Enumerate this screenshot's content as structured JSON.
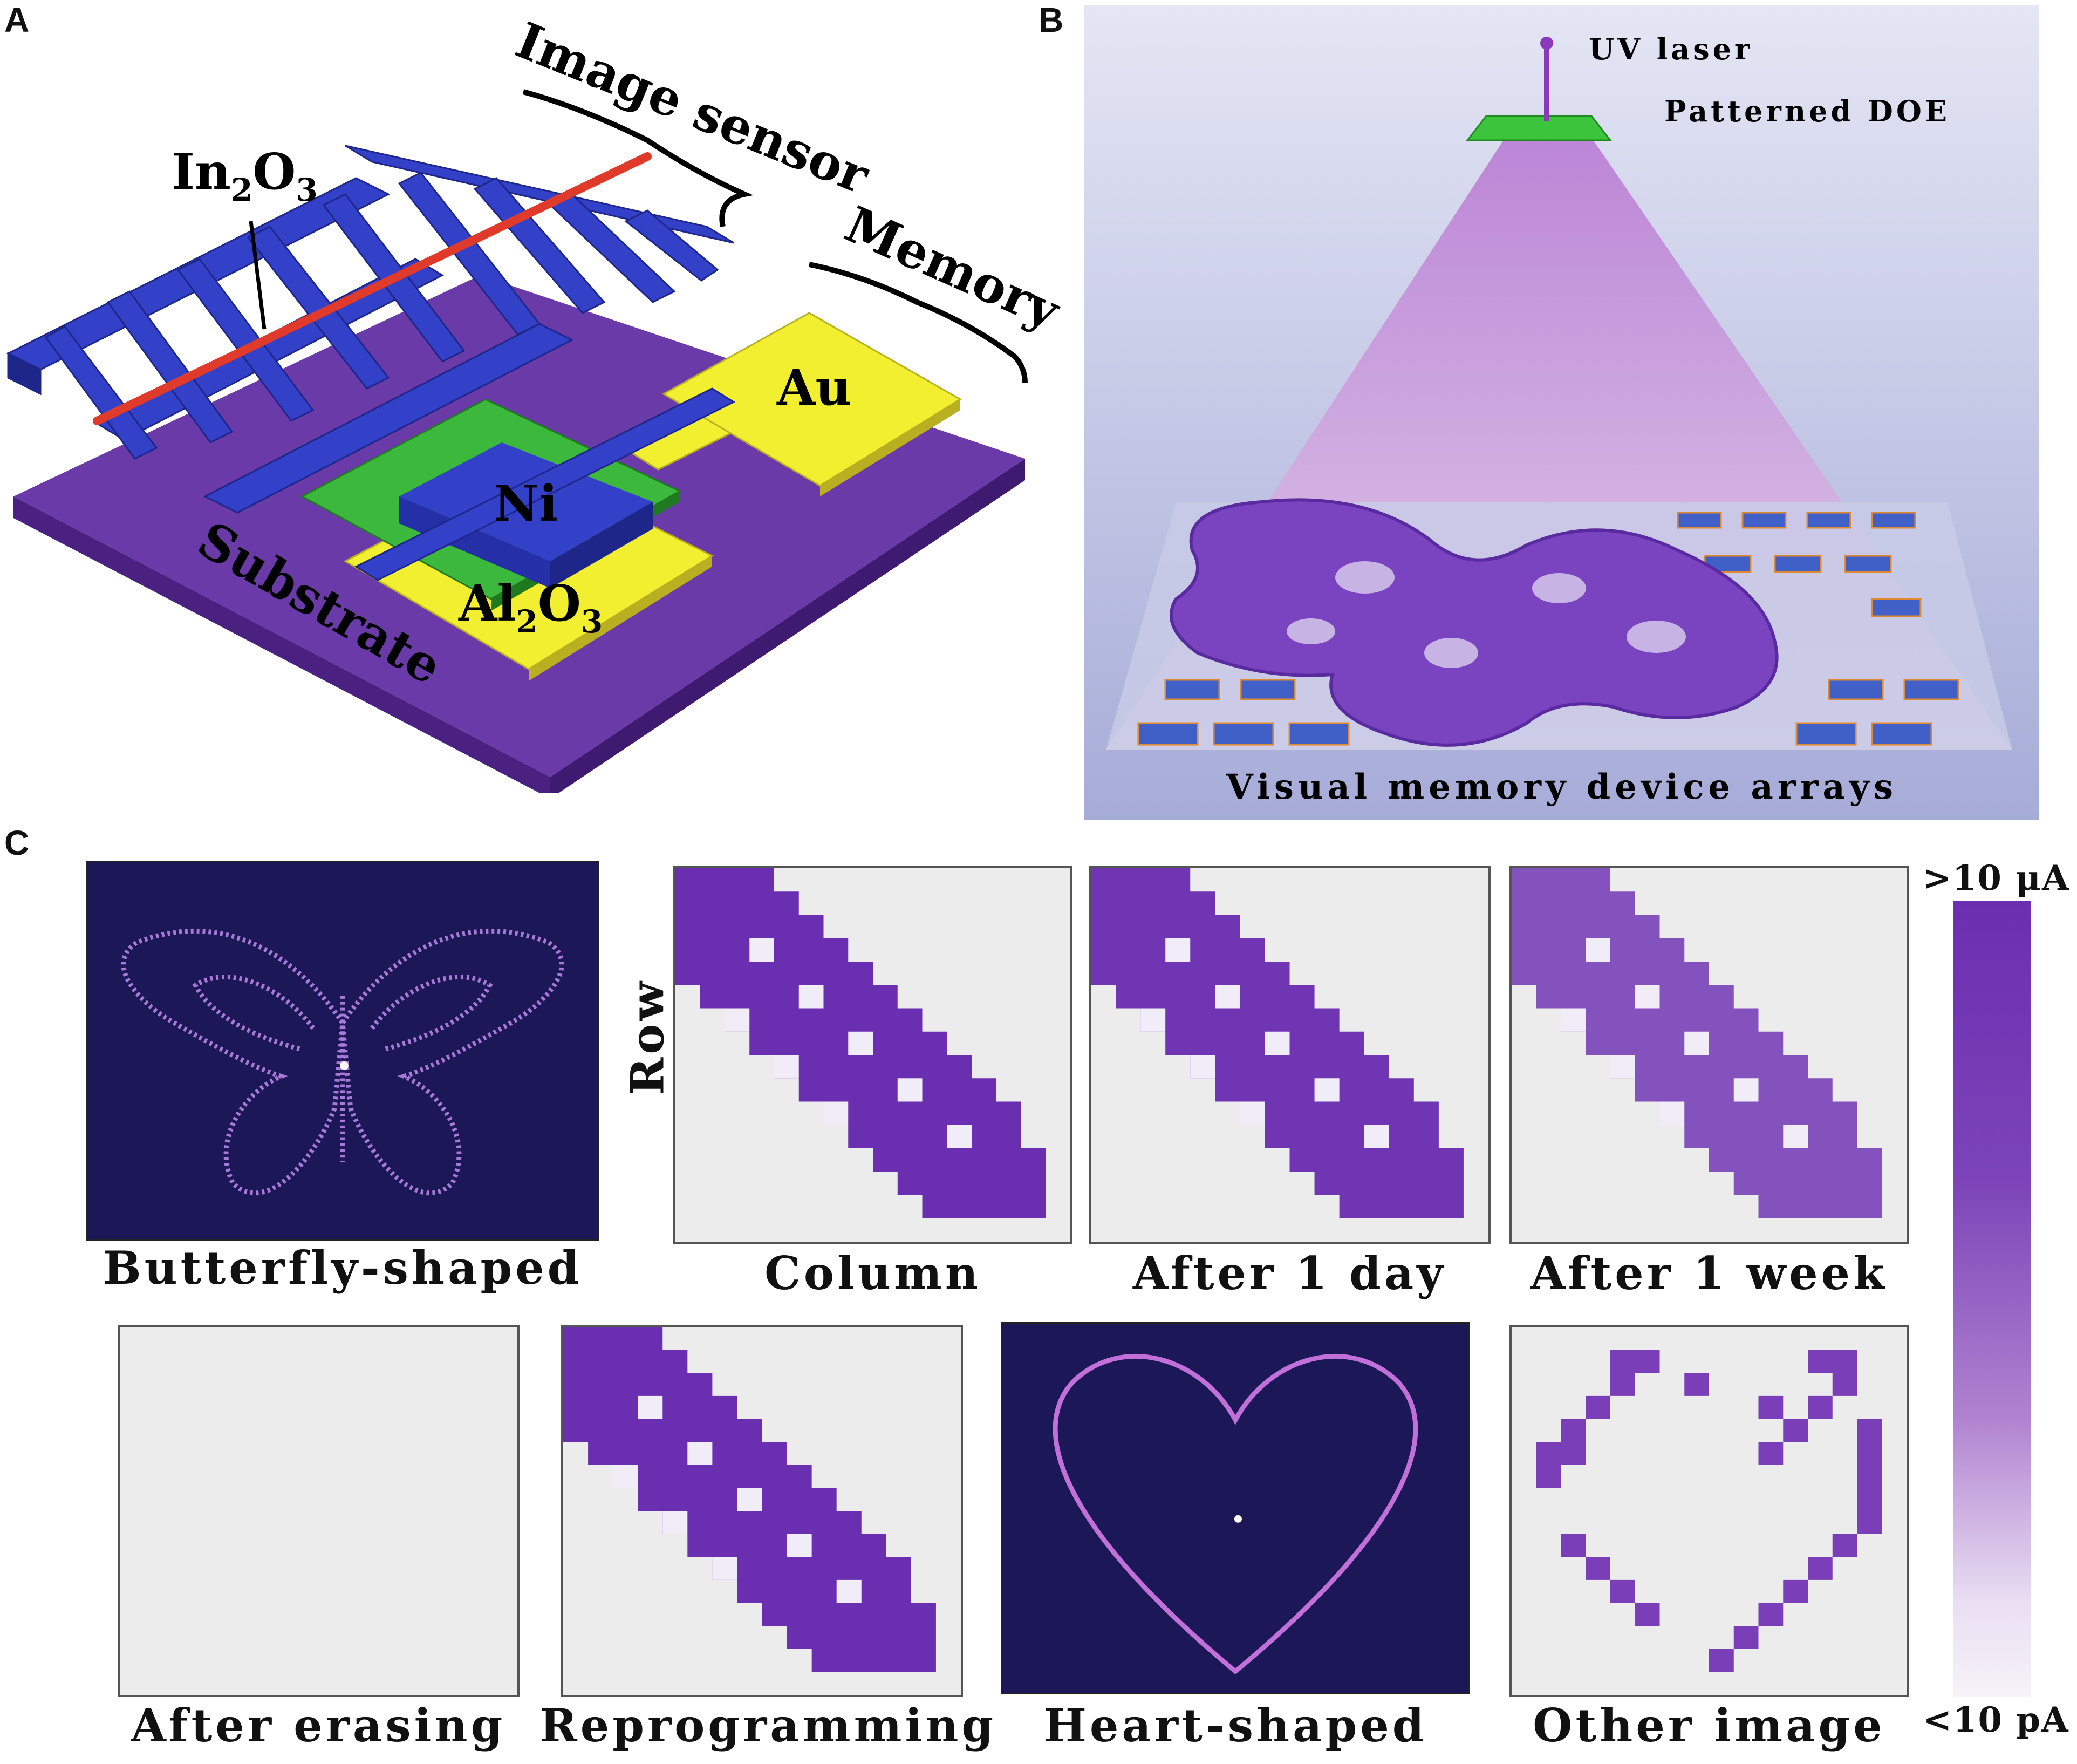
{
  "panels": {
    "a": {
      "label": "A"
    },
    "b": {
      "label": "B"
    },
    "c": {
      "label": "C"
    }
  },
  "panel_a": {
    "labels": {
      "in2o3_main": "In",
      "in2o3_sub1": "2",
      "in2o3_o": "O",
      "in2o3_sub2": "3",
      "image_sensor": "Image sensor",
      "memory": "Memory",
      "au": "Au",
      "ni": "Ni",
      "al2o3_main": "Al",
      "al2o3_sub1": "2",
      "al2o3_o": "O",
      "al2o3_sub2": "3",
      "substrate": "Substrate"
    },
    "colors": {
      "electrode": "#3340c8",
      "substrate": "#6a3aa8",
      "al2o3": "#3cb83c",
      "gold": "#f2ee30",
      "nanowire": "#e03a2a"
    }
  },
  "panel_b": {
    "labels": {
      "uv_laser": "UV laser",
      "patterned_doe": "Patterned DOE",
      "arrays": "Visual memory device arrays"
    },
    "colors": {
      "beam": "#c48fd8",
      "doe": "#3cc43c",
      "butterfly": "#7a44c0"
    }
  },
  "panel_c": {
    "row_label": "Row",
    "captions": {
      "butterfly": "Butterfly-shaped",
      "column": "Column",
      "after_day": "After 1 day",
      "after_week": "After 1 week",
      "after_erasing": "After erasing",
      "reprogramming": "Reprogramming",
      "heart": "Heart-shaped",
      "other": "Other image"
    },
    "colorbar": {
      "max_label": ">10 μA",
      "min_label": "<10 pA",
      "max_color": "#6a2fb0",
      "min_color": "#f6f3f8"
    }
  }
}
